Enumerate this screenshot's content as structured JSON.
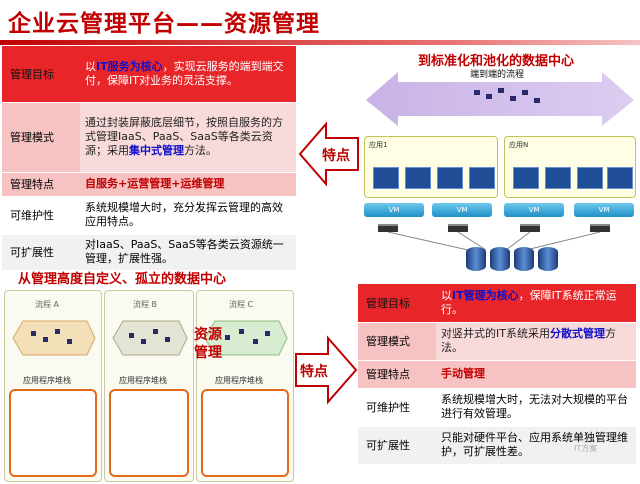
{
  "title": "企业云管理平台——资源管理",
  "cloud_section": {
    "rows": [
      {
        "label": "管理目标",
        "text": [
          {
            "t": "以"
          },
          {
            "t": "IT服务为核心",
            "c": "hl"
          },
          {
            "t": "，实现云服务的端到端交付，保障IT对业务的灵活支撑。"
          }
        ]
      },
      {
        "label": "管理模式",
        "text": [
          {
            "t": "通过封装屏蔽底层细节，按照自服务的方式管理IaaS、PaaS、SaaS等各类云资源；采用"
          },
          {
            "t": "集中式管理",
            "c": "hl"
          },
          {
            "t": "方法。"
          }
        ]
      },
      {
        "label": "管理特点",
        "text": [
          {
            "t": "自服务+运营管理+运维管理"
          }
        ]
      },
      {
        "label": "可维护性",
        "text": [
          {
            "t": "系统规模增大时，充分发挥云管理的高效应用特点。"
          }
        ]
      },
      {
        "label": "可扩展性",
        "text": [
          {
            "t": "对IaaS、PaaS、SaaS等各类云资源统一管理，扩展性强。"
          }
        ]
      }
    ]
  },
  "traditional_section": {
    "rows": [
      {
        "label": "管理目标",
        "text": [
          {
            "t": "以"
          },
          {
            "t": "IT管理为核心",
            "c": "hl"
          },
          {
            "t": "，保障IT系统正常运行。"
          }
        ]
      },
      {
        "label": "管理模式",
        "text": [
          {
            "t": "对竖井式的IT系统采用"
          },
          {
            "t": "分散式管理",
            "c": "hl"
          },
          {
            "t": "方法。"
          }
        ]
      },
      {
        "label": "管理特点",
        "text": [
          {
            "t": "手动管理"
          }
        ]
      },
      {
        "label": "可维护性",
        "text": [
          {
            "t": "系统规模增大时，无法对大规模的平台进行有效管理。"
          }
        ]
      },
      {
        "label": "可扩展性",
        "text": [
          {
            "t": "只能对硬件平台、应用系统单独管理维护，可扩展性差。"
          }
        ]
      }
    ]
  },
  "features_label": "特点",
  "datacenter": {
    "title": "到标准化和池化的数据中心",
    "subtitle": "端到端的流程",
    "app_left": "应用1",
    "app_right": "应用N",
    "vm_label": "VM"
  },
  "isolated": {
    "title": "从管理高度自定义、孤立的数据中心",
    "flows": [
      "流程 A",
      "流程 B",
      "流程 C"
    ],
    "stacks": [
      "应用程序堆栈",
      "应用程序堆栈",
      "应用程序堆栈"
    ],
    "resource_label": "资源管理"
  },
  "watermark": "IT方案",
  "colors": {
    "accent_red": "#c00000",
    "row_red": "#e8262a",
    "row_pink": "#f6c2c2",
    "highlight_blue": "#1010cc"
  }
}
